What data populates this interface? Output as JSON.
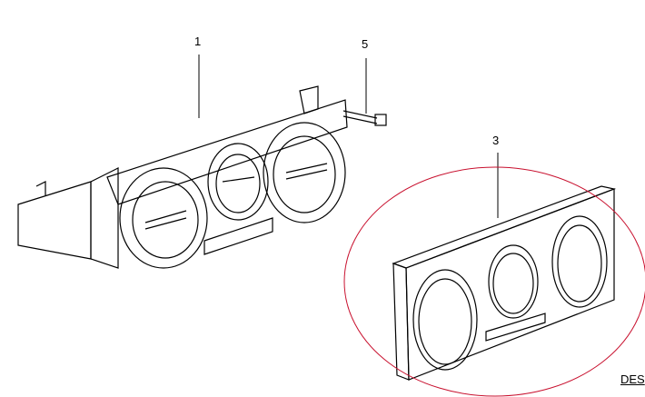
{
  "callouts": [
    {
      "id": "1",
      "label": "1"
    },
    {
      "id": "5",
      "label": "5"
    },
    {
      "id": "3",
      "label": "3"
    }
  ],
  "link": {
    "label": "DES"
  },
  "colors": {
    "highlight": "#c8102e",
    "line": "#000000"
  }
}
